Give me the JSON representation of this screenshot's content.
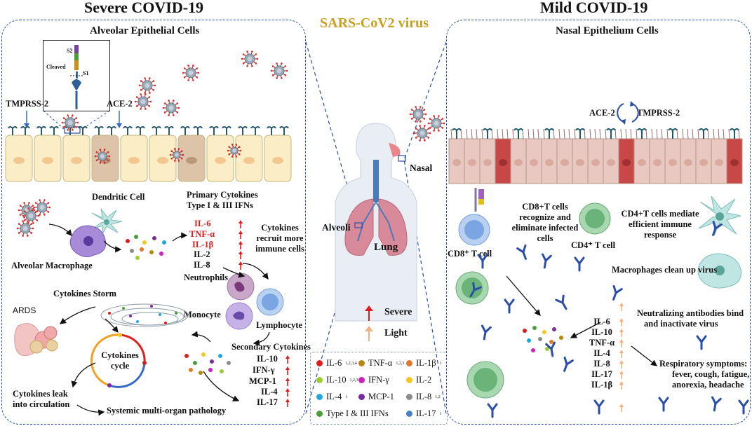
{
  "titles": {
    "severe": "Severe COVID-19",
    "mild": "Mild COVID-19",
    "virus": "SARS-CoV2 virus"
  },
  "severe": {
    "panel_title": "Alveolar Epithelial Cells",
    "inset": {
      "s2": "S2",
      "cleaved": "Cleaved",
      "s1": "S1"
    },
    "tmprss2": "TMPRSS-2",
    "ace2": "ACE-2",
    "dendritic": "Dendritic Cell",
    "macrophage": "Alveolar Macrophage",
    "primary_title_1": "Primary Cytokines",
    "primary_title_2": "Type I & III IFNs",
    "primary_list": [
      "IL-6",
      "TNF-α",
      "IL-1β",
      "IL-2",
      "IL-8"
    ],
    "recruit": [
      "Cytokines",
      "recruit more",
      "immune cells"
    ],
    "neutrophils": "Neutrophils",
    "monocyte": "Monocyte",
    "lymphocyte": "Lymphocyte",
    "storm": "Cytokines Storm",
    "ards": "ARDS",
    "cycle": [
      "Cytokines",
      "cycle"
    ],
    "secondary_title": "Secondary Cytokines",
    "secondary_list": [
      "IL-10",
      "IFN-γ",
      "MCP-1",
      "IL-4",
      "IL-17"
    ],
    "leak": [
      "Cytokines leak",
      "into circulation"
    ],
    "systemic": "Systemic multi-organ pathology"
  },
  "center": {
    "nasal": "Nasal",
    "alveoli": "Alveoli",
    "lung": "Lung",
    "severe": "Severe",
    "light": "Light"
  },
  "legend": [
    {
      "label": "IL-6",
      "sup": "1,2,3,4",
      "color": "#e01b1b"
    },
    {
      "label": "TNF-α",
      "sup": "1,2,3",
      "color": "#b8860b"
    },
    {
      "label": "IL-1β",
      "sup": "1",
      "color": "#e0782a"
    },
    {
      "label": "IL-10",
      "sup": "1,2,3",
      "color": "#9acd32"
    },
    {
      "label": "IFN-γ",
      "sup": "",
      "color": "#d020c0"
    },
    {
      "label": "IL-2",
      "sup": "",
      "color": "#f2c81a"
    },
    {
      "label": "IL-4",
      "sup": "1",
      "color": "#1ea8e0"
    },
    {
      "label": "MCP-1",
      "sup": "",
      "color": "#7a2aa0"
    },
    {
      "label": "IL-8",
      "sup": "1,2",
      "color": "#8c8c8c"
    },
    {
      "label": "Type I & III IFNs",
      "sup": "",
      "color": "#4a9e3a"
    },
    {
      "label": "IL-17",
      "sup": "1",
      "color": "#4a7fc8"
    }
  ],
  "mild": {
    "panel_title": "Nasal Epithelium Cells",
    "ace2": "ACE-2",
    "tmprss2": "TMPRSS-2",
    "cd8_cell": "CD8⁺ T cell",
    "cd8_desc": [
      "CD8+T cells",
      "recognize and",
      "eliminate infected",
      "cells"
    ],
    "cd4_cell": "CD4⁺ T cell",
    "cd4_desc": [
      "CD4+T cells mediate",
      "efficient immune",
      "response"
    ],
    "macrophages": "Macrophages clean up virus",
    "neutralizing": [
      "Neutralizing antibodies bind",
      "and inactivate virus"
    ],
    "cytokines": [
      "IL-6",
      "IL-10",
      "TNF-α",
      "IL-4",
      "IL-8",
      "IL-17",
      "IL-1β"
    ],
    "respiratory": [
      "Respiratory symptoms:",
      "fever, cough, fatigue,",
      "anorexia, headache"
    ]
  }
}
